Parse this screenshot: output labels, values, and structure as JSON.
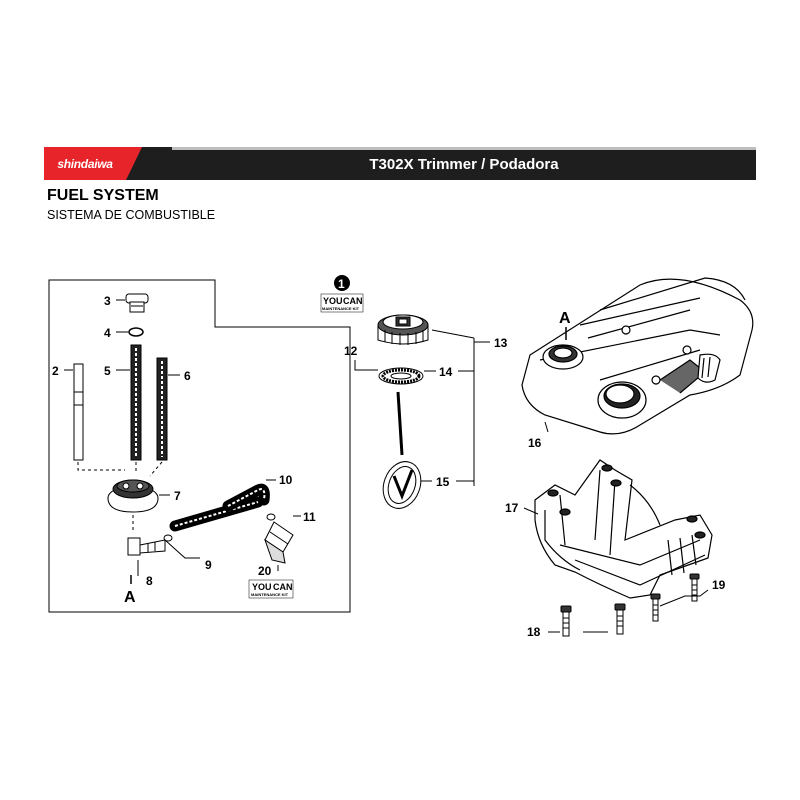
{
  "header": {
    "brand": "shindaiwa",
    "model_title": "T302X Trimmer / Podadora"
  },
  "section": {
    "title": "FUEL SYSTEM",
    "subtitle": "SISTEMA DE COMBUSTIBLE"
  },
  "legend_note": {
    "number": "1",
    "kit_line1": "YOU",
    "kit_line2": "CAN",
    "kit_line3": "MAINTENANCE KIT"
  },
  "connector": "A",
  "part_labels": {
    "p2": "2",
    "p3": "3",
    "p4": "4",
    "p5": "5",
    "p6": "6",
    "p7": "7",
    "p8": "8",
    "p9": "9",
    "p10": "10",
    "p11": "11",
    "p12": "12",
    "p13": "13",
    "p14": "14",
    "p15": "15",
    "p16": "16",
    "p17": "17",
    "p18": "18",
    "p19": "19",
    "p20": "20"
  },
  "colors": {
    "brand_red": "#e8242b",
    "header_dark": "#1e1e1e"
  }
}
